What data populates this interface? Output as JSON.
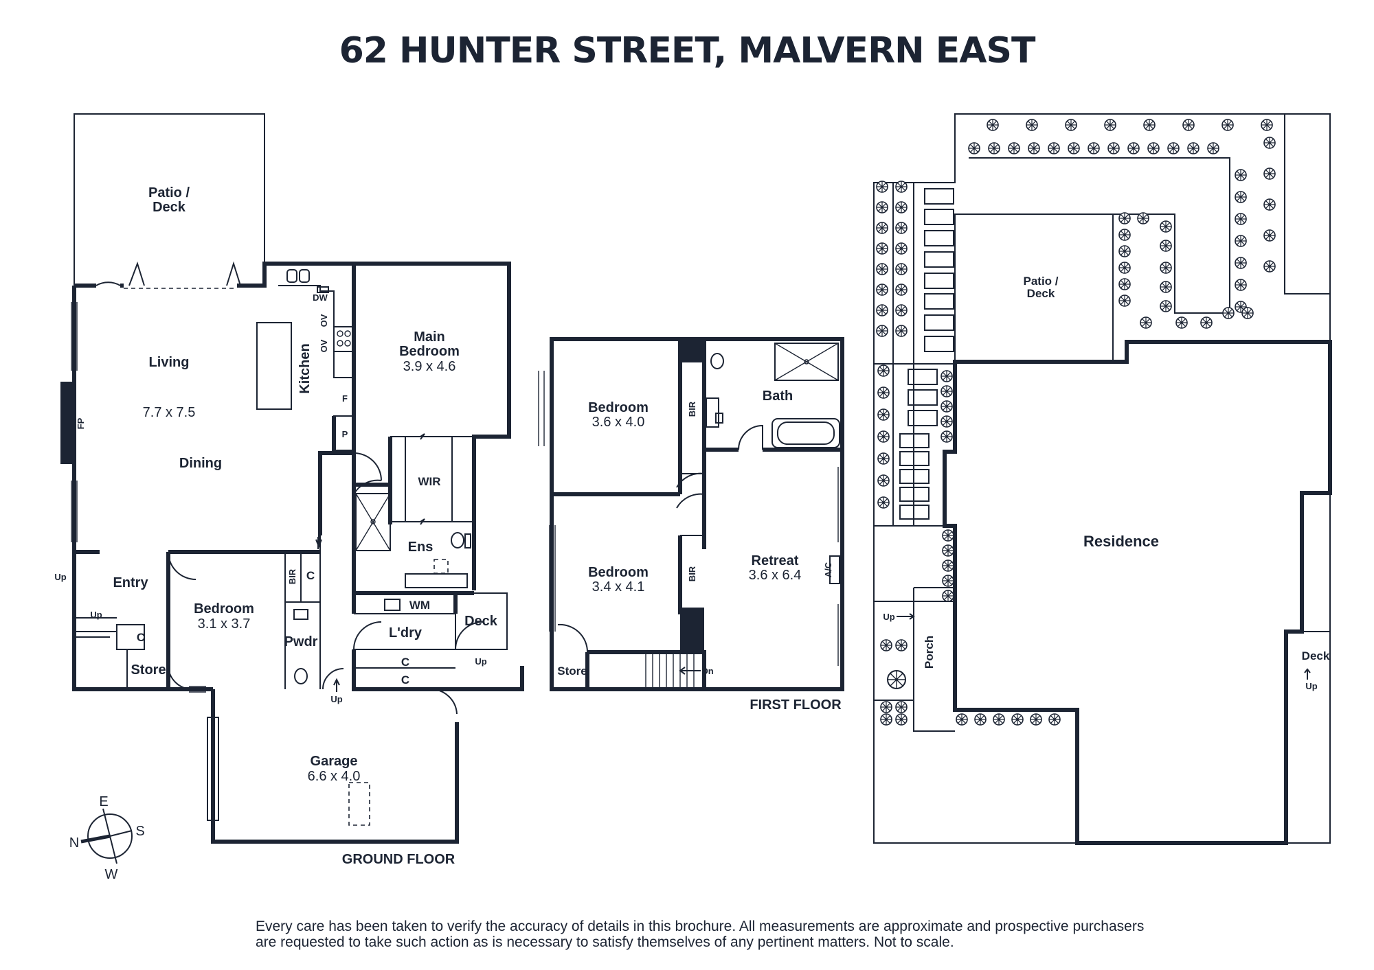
{
  "title": "62 HUNTER STREET, MALVERN EAST",
  "disclaimer": "Every care has been taken to verify the accuracy of details in this brochure. All measurements are approximate and prospective purchasers are requested to take such action as is necessary to satisfy themselves of any pertinent matters. Not to scale.",
  "ground_floor": {
    "heading": "GROUND FLOOR",
    "patio": [
      "Patio /",
      "Deck"
    ],
    "living": "Living",
    "living_size": "7.7 x 7.5",
    "dining": "Dining",
    "kitchen": "Kitchen",
    "dw": "DW",
    "ov": "OV",
    "fridge": "F",
    "pantry": "P",
    "fp": "FP",
    "main_bedroom": [
      "Main",
      "Bedroom"
    ],
    "main_bedroom_size": "3.9 x 4.6",
    "wir": "WIR",
    "ens": "Ens",
    "entry": "Entry",
    "up": "Up",
    "closet": "C",
    "store": "Store",
    "bedroom": "Bedroom",
    "bedroom_size": "3.1 x 3.7",
    "bir": "BIR",
    "pwdr": "Pwdr",
    "wm": "WM",
    "laundry": "L'dry",
    "deck": "Deck",
    "garage": "Garage",
    "garage_size": "6.6 x 4.0"
  },
  "first_floor": {
    "heading": "FIRST FLOOR",
    "bedroom1": "Bedroom",
    "bedroom1_size": "3.6 x 4.0",
    "bedroom2": "Bedroom",
    "bedroom2_size": "3.4 x 4.1",
    "bir": "BIR",
    "bath": "Bath",
    "retreat": "Retreat",
    "retreat_size": "3.6 x 6.4",
    "ac": "A/C",
    "store": "Store",
    "dn": "Dn"
  },
  "site_plan": {
    "patio": [
      "Patio /",
      "Deck"
    ],
    "residence": "Residence",
    "porch": "Porch",
    "deck": "Deck",
    "up": "Up"
  },
  "compass": {
    "n": "N",
    "e": "E",
    "s": "S",
    "w": "W"
  }
}
